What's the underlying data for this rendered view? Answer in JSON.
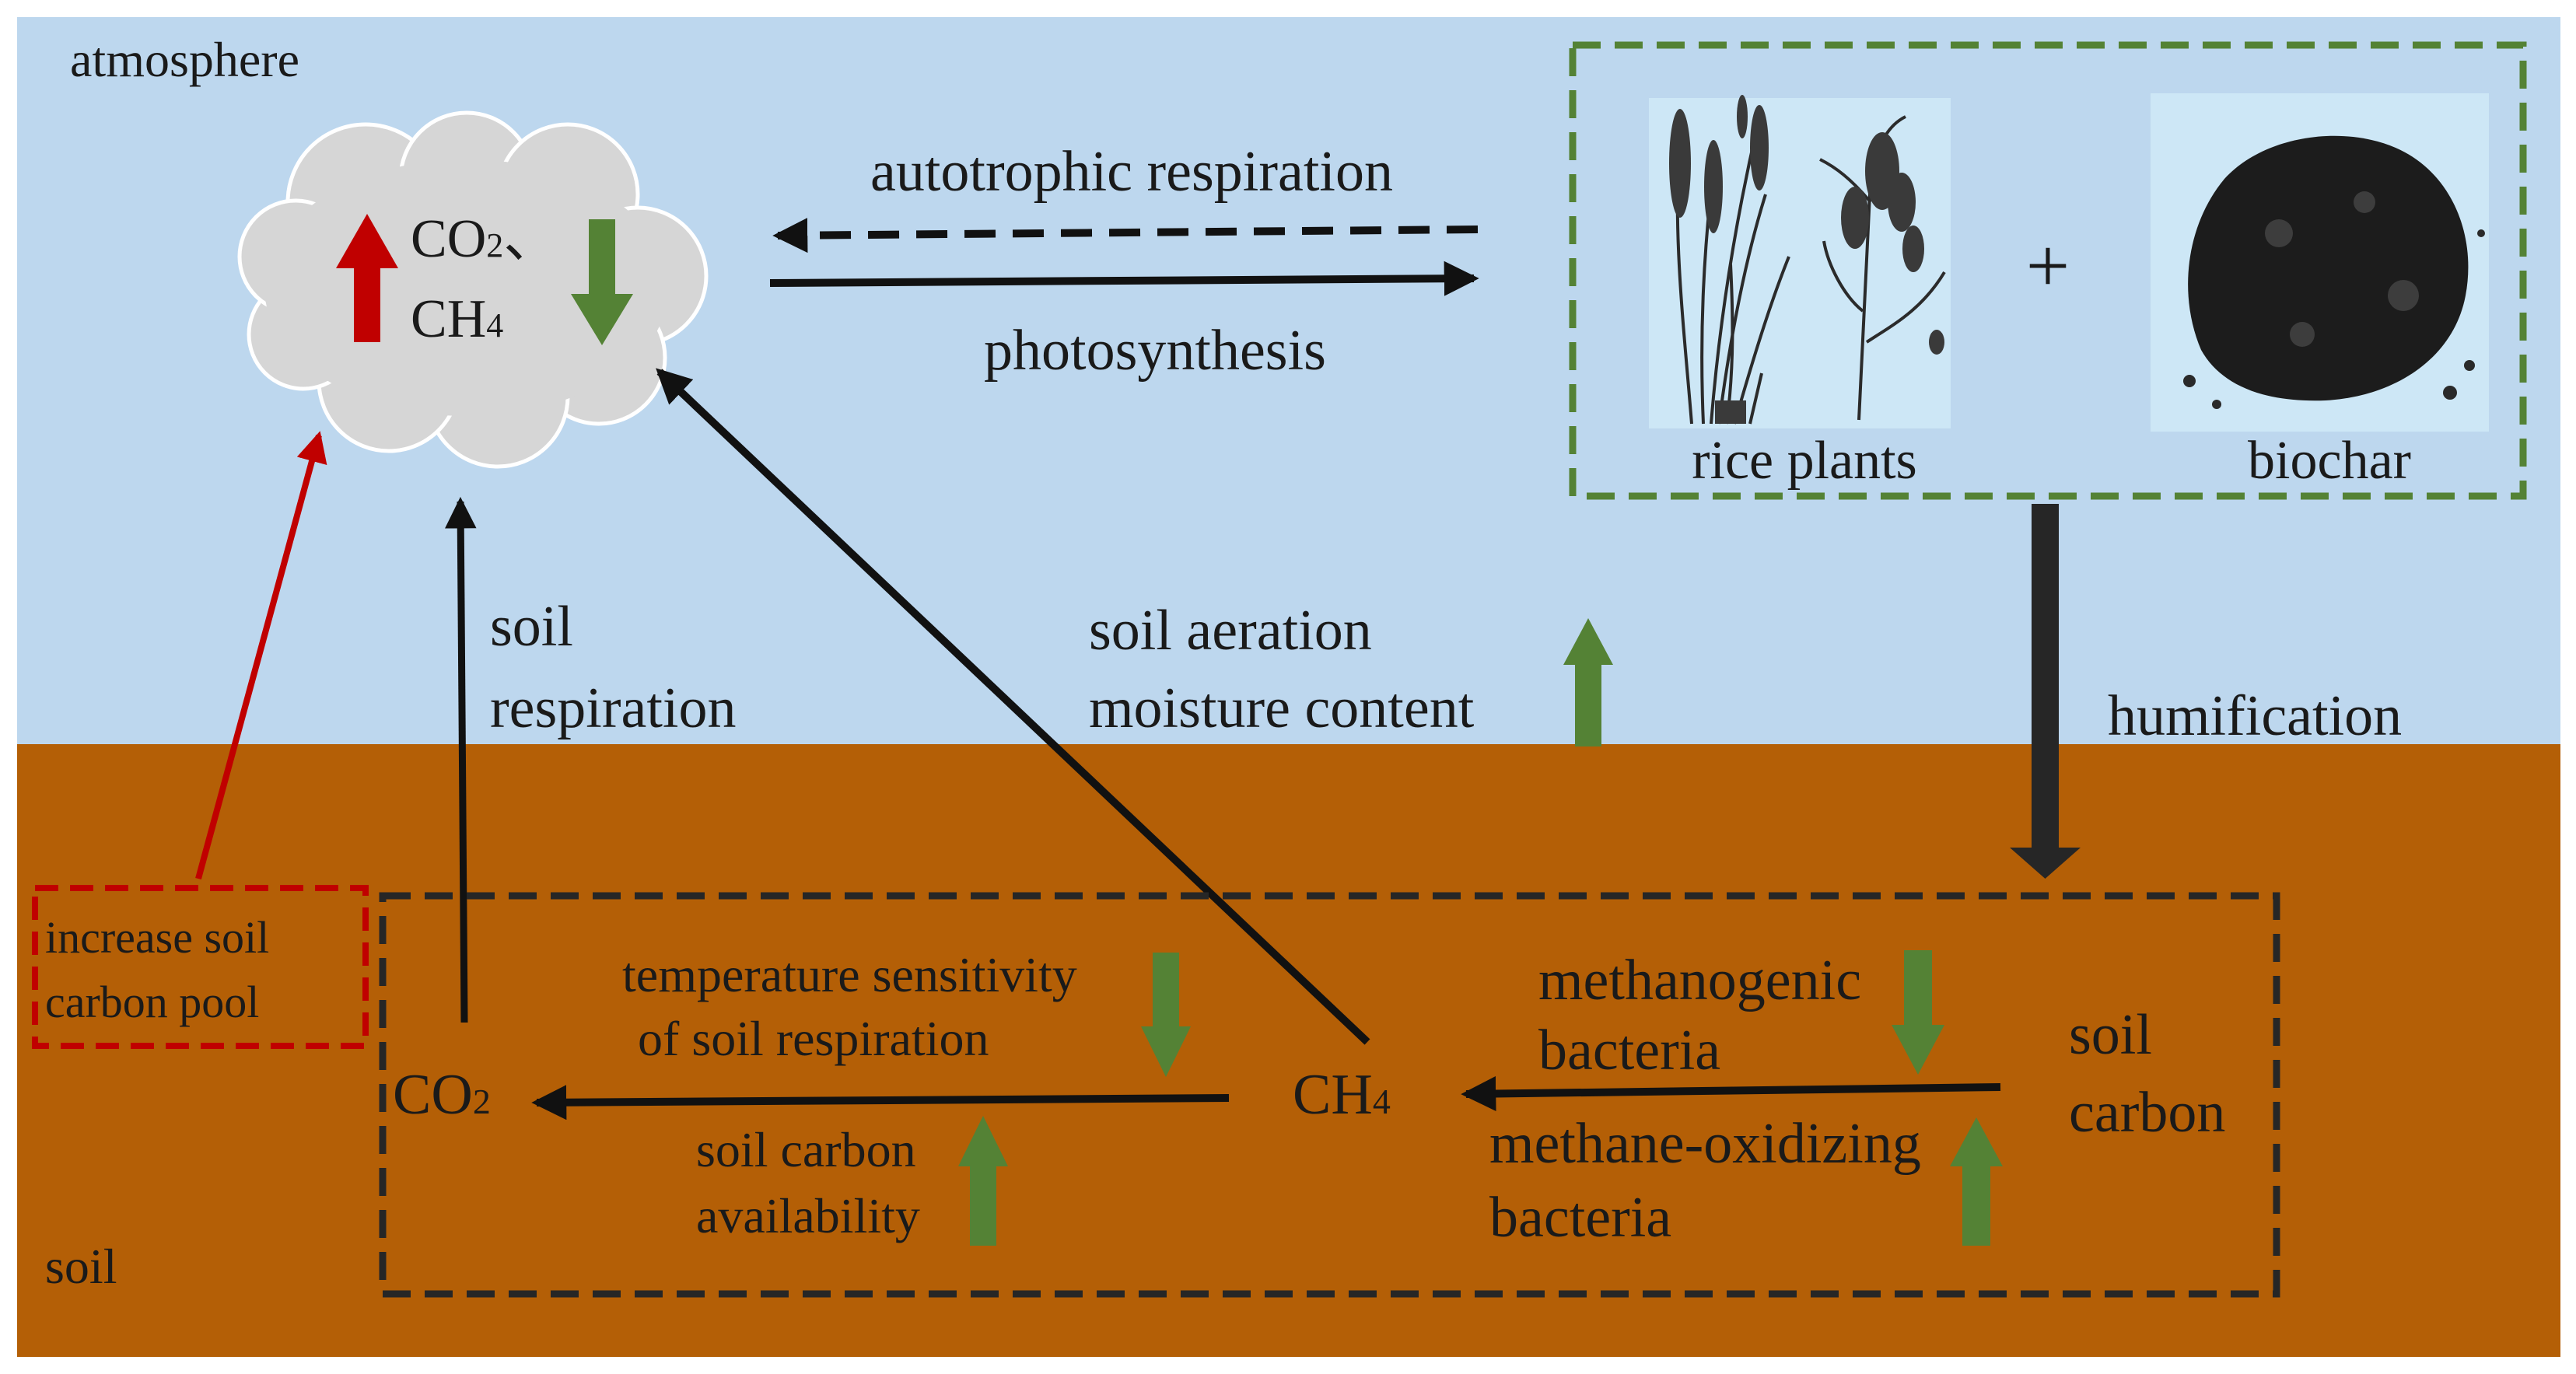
{
  "labels": {
    "atmosphere": "atmosphere",
    "soil_zone": "soil",
    "autotrophic_respiration": "autotrophic respiration",
    "photosynthesis": "photosynthesis",
    "rice_plants": "rice plants",
    "biochar": "biochar",
    "plus": "+",
    "humification": "humification",
    "soil_respiration_line1": "soil",
    "soil_respiration_line2": "respiration",
    "soil_aeration": "soil aeration",
    "moisture_content": "moisture content",
    "increase_pool_line1": "increase soil",
    "increase_pool_line2": "carbon pool",
    "temp_sens_line1": "temperature sensitivity",
    "temp_sens_line2": "of soil respiration",
    "carbon_avail_line1": "soil carbon",
    "carbon_avail_line2": "availability",
    "methanogenic_line1": "methanogenic",
    "methanogenic_line2": "bacteria",
    "methane_ox_line1": "methane-oxidizing",
    "methane_ox_line2": "bacteria",
    "soil_carbon_line1": "soil",
    "soil_carbon_line2": "carbon",
    "cloud_co2": "CO",
    "cloud_co2_sub": "2",
    "cloud_sep": "、",
    "cloud_ch4": "CH",
    "cloud_ch4_sub": "4",
    "node_co2": "CO",
    "node_co2_sub": "2",
    "node_ch4": "CH",
    "node_ch4_sub": "4"
  },
  "colors": {
    "atmosphere_bg": "#bdd7ee",
    "soil_bg": "#b45f06",
    "cloud_fill": "#d6d6d6",
    "increase_arrow": "#c00000",
    "decrease_arrow": "#548235",
    "plant_box_border": "#548235",
    "pool_box_border": "#c00000",
    "process_box_border": "#262626",
    "humification_arrow": "#262626"
  },
  "icons": {
    "rice_plants": "rice-plants-illustration",
    "biochar": "biochar-pile-image",
    "increase": "up-arrow-icon",
    "decrease": "down-arrow-icon"
  }
}
